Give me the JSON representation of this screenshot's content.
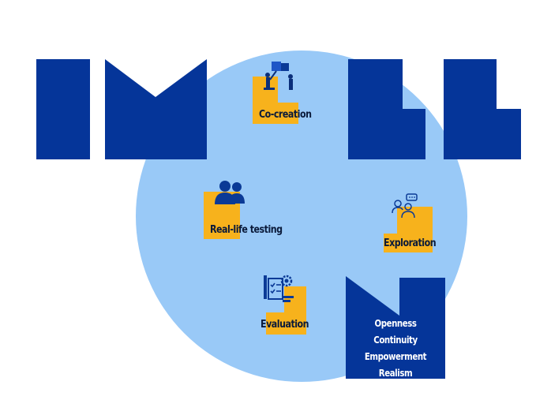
{
  "colors": {
    "primary_dark": "#053599",
    "circle": "#99c9f7",
    "accent": "#f7b21c"
  },
  "activities": {
    "co_creation": {
      "label": "Co-creation",
      "icon": "collaboration-puzzle-icon"
    },
    "real_life_testing": {
      "label": "Real-life testing",
      "icon": "users-group-icon"
    },
    "exploration": {
      "label": "Exploration",
      "icon": "people-chat-icon"
    },
    "evaluation": {
      "label": "Evaluation",
      "icon": "checklist-gear-icon"
    }
  },
  "principles": [
    "Openness",
    "Continuity",
    "Empowerment",
    "Realism"
  ]
}
